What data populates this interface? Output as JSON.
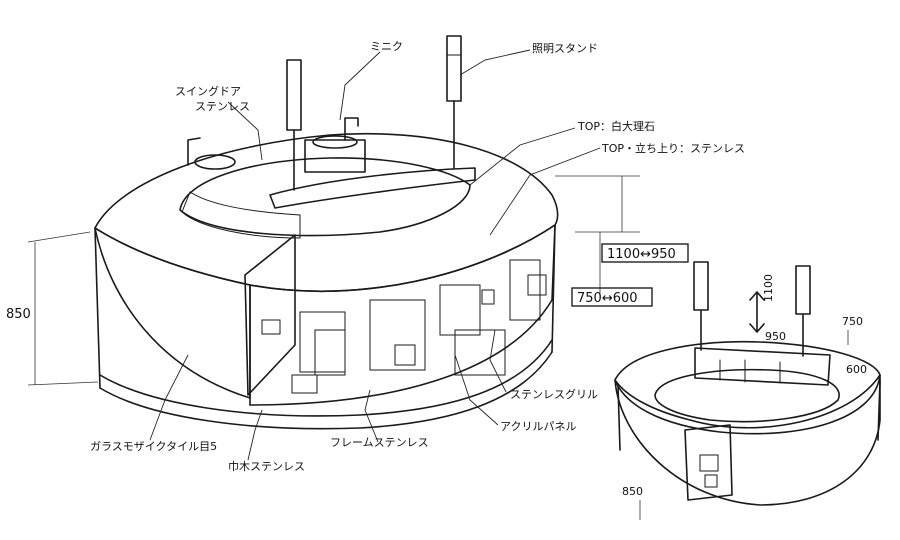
{
  "labels": {
    "sink": "ミニク",
    "lighting_stand": "照明スタンド",
    "swing_door": "スイングドア",
    "swing_door_2": "ステンレス",
    "top_marble": "TOP：白大理石",
    "top_edge": "TOP・立ち上り：ステンレス",
    "stainless_grille": "ステンレスグリル",
    "acrylic_panel": "アクリルパネル",
    "frame_stainless": "フレームステンレス",
    "baseboard_stainless": "巾木ステンレス",
    "glass_mosaic_tile": "ガラスモザイクタイル目5"
  },
  "dimensions": {
    "height_left": "850",
    "top_range": "1100↔950",
    "mid_range": "750↔600",
    "small_height_range": "1100",
    "small_950": "950",
    "small_750": "750",
    "small_600": "600",
    "small_850": "850"
  }
}
